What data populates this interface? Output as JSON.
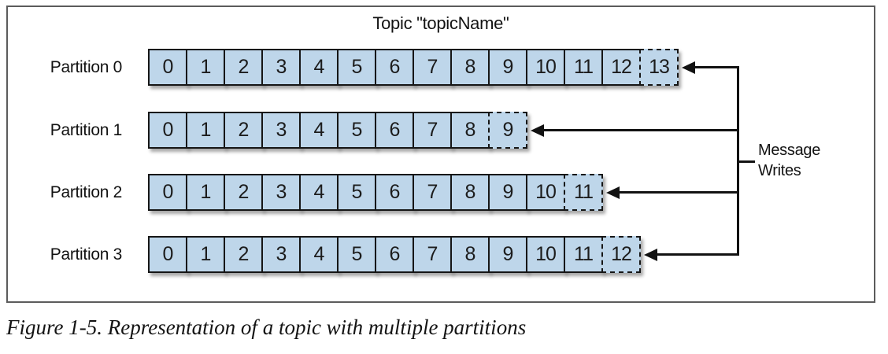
{
  "title": "Topic \"topicName\"",
  "caption": "Figure 1-5. Representation of a topic with multiple partitions",
  "message_writes": {
    "line1": "Message",
    "line2": "Writes"
  },
  "colors": {
    "cell_fill": "#bed6ea",
    "cell_border": "#161616",
    "arrow": "#121212",
    "frame_border": "#5c5c5c"
  },
  "partitions": [
    {
      "label": "Partition 0",
      "cells": [
        "0",
        "1",
        "2",
        "3",
        "4",
        "5",
        "6",
        "7",
        "8",
        "9",
        "10",
        "11",
        "12",
        "13"
      ],
      "next_write_cell": "13"
    },
    {
      "label": "Partition 1",
      "cells": [
        "0",
        "1",
        "2",
        "3",
        "4",
        "5",
        "6",
        "7",
        "8",
        "9"
      ],
      "next_write_cell": "9"
    },
    {
      "label": "Partition 2",
      "cells": [
        "0",
        "1",
        "2",
        "3",
        "4",
        "5",
        "6",
        "7",
        "8",
        "9",
        "10",
        "11"
      ],
      "next_write_cell": "11"
    },
    {
      "label": "Partition 3",
      "cells": [
        "0",
        "1",
        "2",
        "3",
        "4",
        "5",
        "6",
        "7",
        "8",
        "9",
        "10",
        "11",
        "12"
      ],
      "next_write_cell": "12"
    }
  ]
}
